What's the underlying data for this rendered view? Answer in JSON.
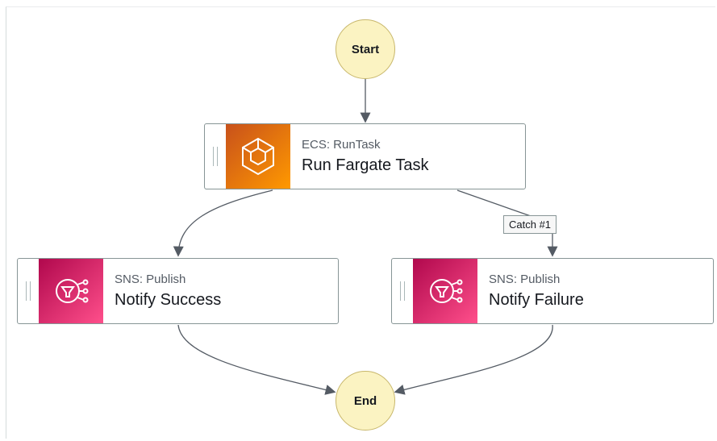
{
  "nodes": {
    "start": {
      "label": "Start"
    },
    "end": {
      "label": "End"
    },
    "run_task": {
      "type": "ECS: RunTask",
      "name": "Run Fargate Task",
      "icon": "ecs-icon"
    },
    "notify_success": {
      "type": "SNS: Publish",
      "name": "Notify Success",
      "icon": "sns-icon"
    },
    "notify_failure": {
      "type": "SNS: Publish",
      "name": "Notify Failure",
      "icon": "sns-icon"
    }
  },
  "edges": {
    "catch_label": "Catch #1"
  },
  "colors": {
    "terminal_fill": "#fbf3c2",
    "ecs_orange": "#ff9900",
    "sns_pink": "#e7157b",
    "edge": "#545b64"
  }
}
